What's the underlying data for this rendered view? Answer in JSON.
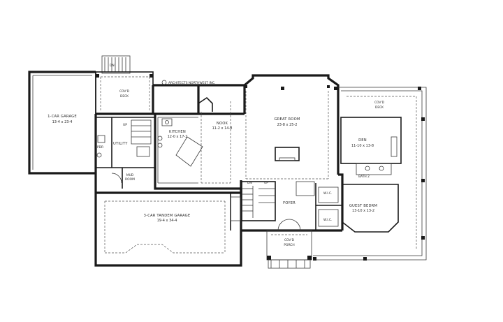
{
  "labels": {
    "one_car_garage": "1-CAR GARAGE",
    "one_car_garage_dim": "13-4 x 23-4",
    "covd_deck_left_a": "COV'D",
    "covd_deck_left_b": "DECK",
    "credit": "ARCHITECTS NORTHWEST INC.",
    "dn_top": "DN",
    "kitchen": "KITCHEN",
    "kitchen_dim": "12-0 x 17-2",
    "nook": "NOOK",
    "nook_dim": "11-2 x 14-8",
    "great_room": "GREAT ROOM",
    "great_room_dim": "23-8 x 25-2",
    "utility": "UTILITY",
    "pdr": "PDR",
    "up_utility": "UP",
    "mud_room_a": "MUD",
    "mud_room_b": "ROOM",
    "covd_deck_right_a": "COV'D",
    "covd_deck_right_b": "DECK",
    "den": "DEN",
    "den_dim": "11-10 x 13-8",
    "bath2": "BATH 2",
    "guest_bedrm": "GUEST BEDRM",
    "guest_bedrm_dim": "13-10 x 13-2",
    "wic_top": "W.I.C.",
    "wic_bottom": "W.I.C.",
    "foyer": "FOYER",
    "dn_stair": "DN",
    "up_stair": "UP",
    "tandem_garage": "3-CAR TANDEM GARAGE",
    "tandem_garage_dim": "19-4 x 34-4",
    "covd_porch_a": "COV'D",
    "covd_porch_b": "PORCH"
  }
}
